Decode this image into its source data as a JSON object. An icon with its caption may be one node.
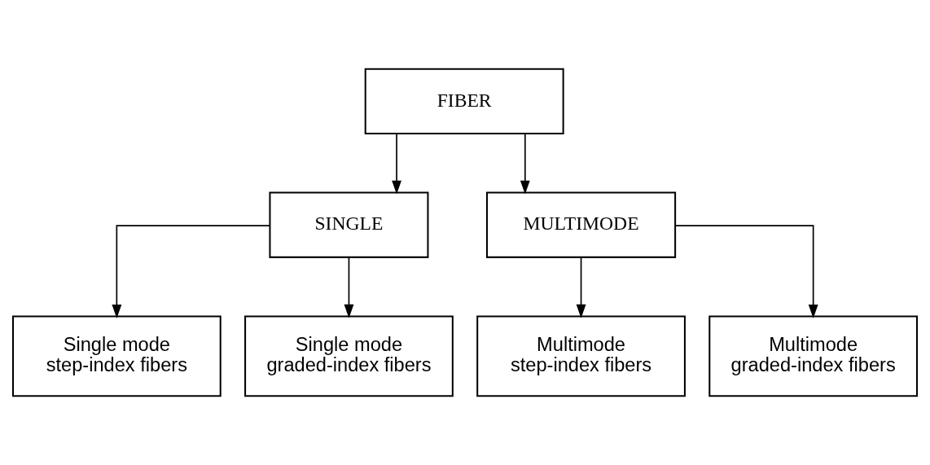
{
  "diagram": {
    "nodes": [
      {
        "text": [
          "FIBER"
        ]
      },
      {
        "text": [
          "SINGLE"
        ]
      },
      {
        "text": [
          "MULTIMODE"
        ]
      },
      {
        "text": [
          "Single mode step-index fibers"
        ]
      },
      {
        "text": [
          "Single mode graded-index fibers"
        ]
      },
      {
        "text": [
          "Multimode step-index fibers"
        ]
      },
      {
        "text": [
          "Multimode graded-index fibers"
        ]
      }
    ],
    "edges": [
      {
        "from": 0,
        "to": 1,
        "arrow": "to"
      },
      {
        "from": 0,
        "to": 2,
        "arrow": "to"
      },
      {
        "from": 1,
        "to": 3,
        "arrow": "to"
      },
      {
        "from": 1,
        "to": 4,
        "arrow": "to"
      },
      {
        "from": 2,
        "to": 5,
        "arrow": "to"
      },
      {
        "from": 2,
        "to": 6,
        "arrow": "to"
      }
    ]
  }
}
